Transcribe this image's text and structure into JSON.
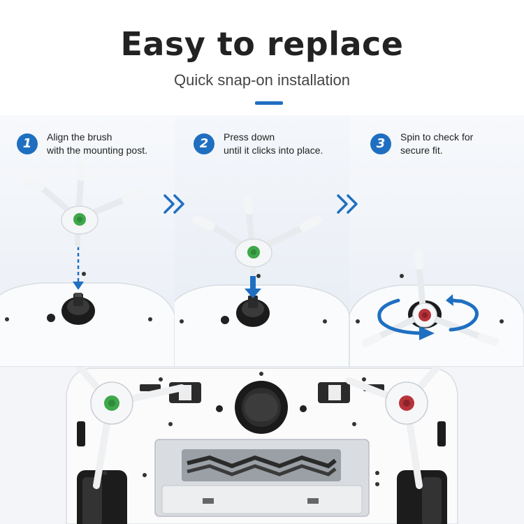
{
  "header": {
    "title": "Easy to replace",
    "subtitle": "Quick snap-on installation",
    "accent_color": "#1f6fc1"
  },
  "steps": [
    {
      "number": "1",
      "line1": "Align the brush",
      "line2": "with the mounting post.",
      "hub_color": "#3ea84a",
      "icon": "dashed-arrow-down"
    },
    {
      "number": "2",
      "line1": "Press down",
      "line2": "until it clicks into place.",
      "hub_color": "#3ea84a",
      "icon": "solid-arrow-down"
    },
    {
      "number": "3",
      "line1": "Spin to check for",
      "line2": "secure fit.",
      "hub_color": "#b8323a",
      "icon": "rotate-arrows"
    }
  ],
  "separators": [
    "double-chevron-right-icon",
    "double-chevron-right-icon"
  ],
  "bottom_view": {
    "description_icon": "robot-vacuum-underside",
    "left_hub_color": "#3ea84a",
    "right_hub_color": "#b8323a"
  }
}
